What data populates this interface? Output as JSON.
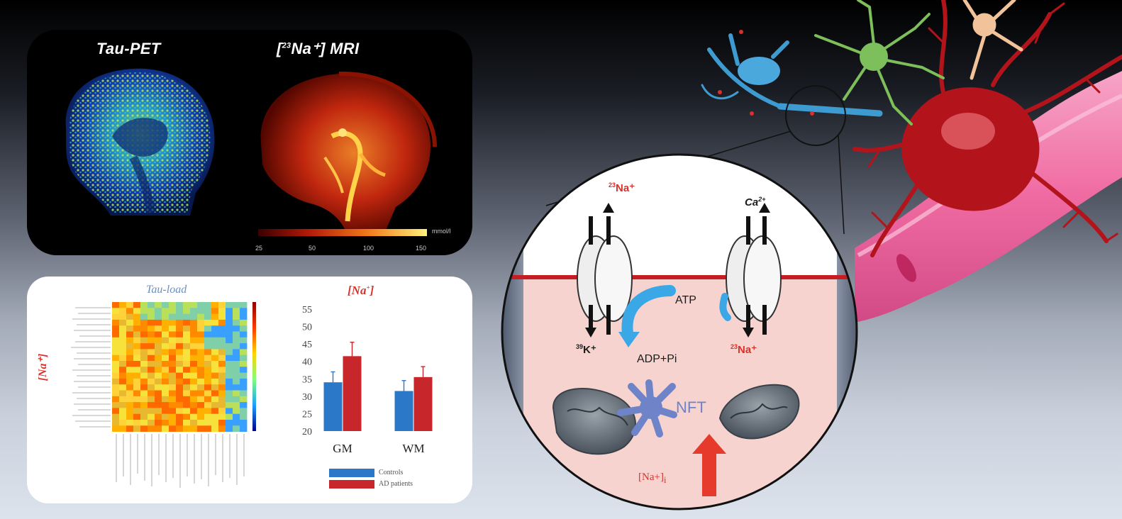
{
  "imaging": {
    "tau_pet_title": "Tau-PET",
    "na_mri_title_sup": "23",
    "na_mri_title_main": "Na⁺] MRI",
    "na_mri_title_open": "[",
    "colorbar_ticks": [
      "25",
      "50",
      "100",
      "150"
    ],
    "colorbar_unit": "mmol/l"
  },
  "analysis": {
    "heatmap_title": "Tau-load",
    "na_title_main": "[Na",
    "na_title_sup": "+",
    "na_title_close": "]",
    "row_axis_label": "[Na⁺]"
  },
  "chart_data": {
    "type": "bar",
    "categories": [
      "GM",
      "WM"
    ],
    "series": [
      {
        "name": "Controls",
        "values": [
          34,
          31.5
        ],
        "errors": [
          3,
          3
        ]
      },
      {
        "name": "AD patients",
        "values": [
          41.5,
          35.5
        ],
        "errors": [
          4,
          3
        ]
      }
    ],
    "y_ticks": [
      20,
      25,
      30,
      35,
      40,
      45,
      50,
      55
    ],
    "ylim": [
      20,
      55
    ],
    "title": "[Na⁺]",
    "legend_position": "bottom",
    "colors": [
      "#2b78c9",
      "#c7262a"
    ]
  },
  "mechanism": {
    "na_top_sup": "23",
    "na_top_main": "Na⁺",
    "ca_main": "Ca",
    "ca_sup": "2+",
    "k_sup": "39",
    "k_main": "K⁺",
    "na_bottom_sup": "23",
    "na_bottom_main": "Na⁺",
    "atp": "ATP",
    "adp": "ADP+Pi",
    "nft": "NFT",
    "na_intracellular": "[Na+]",
    "na_intracellular_sub": "i"
  },
  "colors": {
    "membrane": "#c41e24",
    "cytoplasm": "#f6d3cf",
    "atp_arrow": "#3aa7e6",
    "neuron_red": "#b3141c",
    "astrocyte_green": "#7dbf5b",
    "neuron_blue": "#3e9bd1",
    "vessel_pink": "#f06aa2"
  }
}
